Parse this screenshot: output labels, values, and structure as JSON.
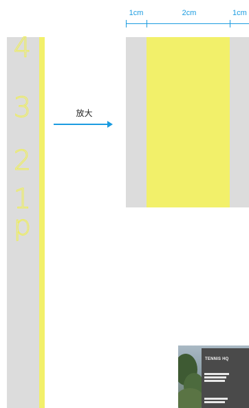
{
  "left_strip": {
    "numbers": [
      "4",
      "3",
      "2",
      "1",
      "p"
    ]
  },
  "zoom_label": "放大",
  "dimensions": {
    "labels": [
      "1cm",
      "2cm",
      "1cm"
    ]
  },
  "photo": {
    "sign_title": "TENNIS HQ"
  },
  "colors": {
    "strip_grey": "#dcdcdc",
    "highlight_yellow": "#f2f06a",
    "annotation_blue": "#1a9be0",
    "outline_text": "#eeee5a"
  }
}
